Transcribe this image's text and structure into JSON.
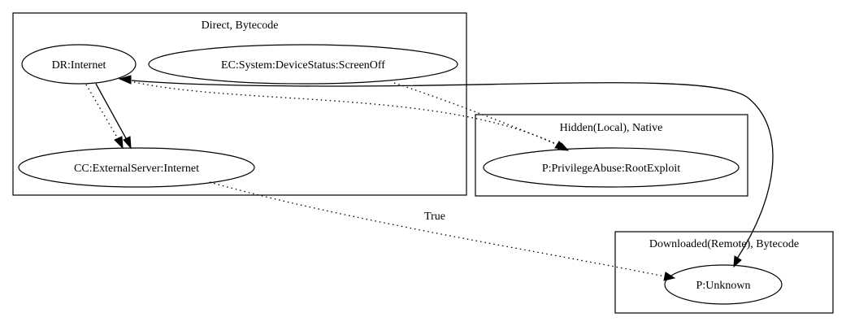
{
  "clusters": {
    "direct_bytecode": "Direct, Bytecode",
    "hidden_native": "Hidden(Local), Native",
    "downloaded_bytecode": "Downloaded(Remote), Bytecode"
  },
  "nodes": {
    "dr_internet": "DR:Internet",
    "ec_screenoff": "EC:System:DeviceStatus:ScreenOff",
    "cc_external": "CC:ExternalServer:Internet",
    "p_rootexploit": "P:PrivilegeAbuse:RootExploit",
    "p_unknown": "P:Unknown"
  },
  "edges": {
    "cc_to_unknown_label": "True"
  }
}
